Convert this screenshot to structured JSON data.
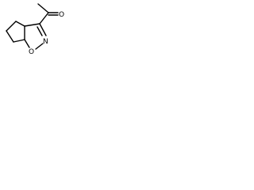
{
  "molecule": {
    "atoms": {
      "oxygen_ketone": "O",
      "nitrogen_ring": "N",
      "oxygen_ring": "O"
    }
  }
}
